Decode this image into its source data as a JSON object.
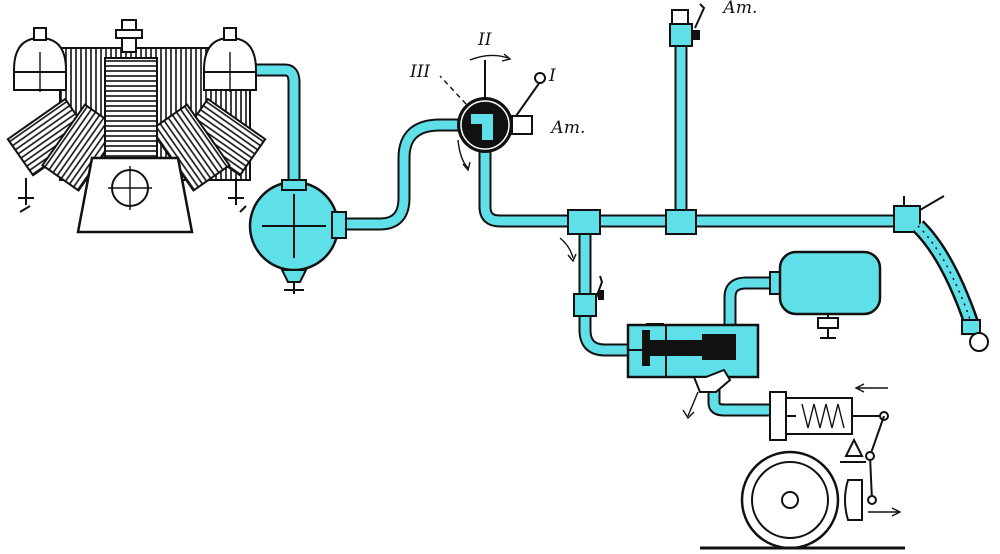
{
  "colors": {
    "fluid": "#5fe0e8",
    "ink": "#111111",
    "background": "#ffffff"
  },
  "labels": {
    "valve_pos_1": "I",
    "valve_pos_2": "II",
    "valve_pos_3": "III",
    "atm_valve": "Ат.",
    "atm_top": "Ат."
  },
  "components": [
    "compressor-icon",
    "moisture-separator-icon",
    "three-way-valve-icon",
    "gauge-icon",
    "air-reservoir-icon",
    "brake-valve-icon",
    "brake-cylinder-icon",
    "wheel-icon",
    "brake-shoe-icon",
    "flexible-hose-icon"
  ]
}
